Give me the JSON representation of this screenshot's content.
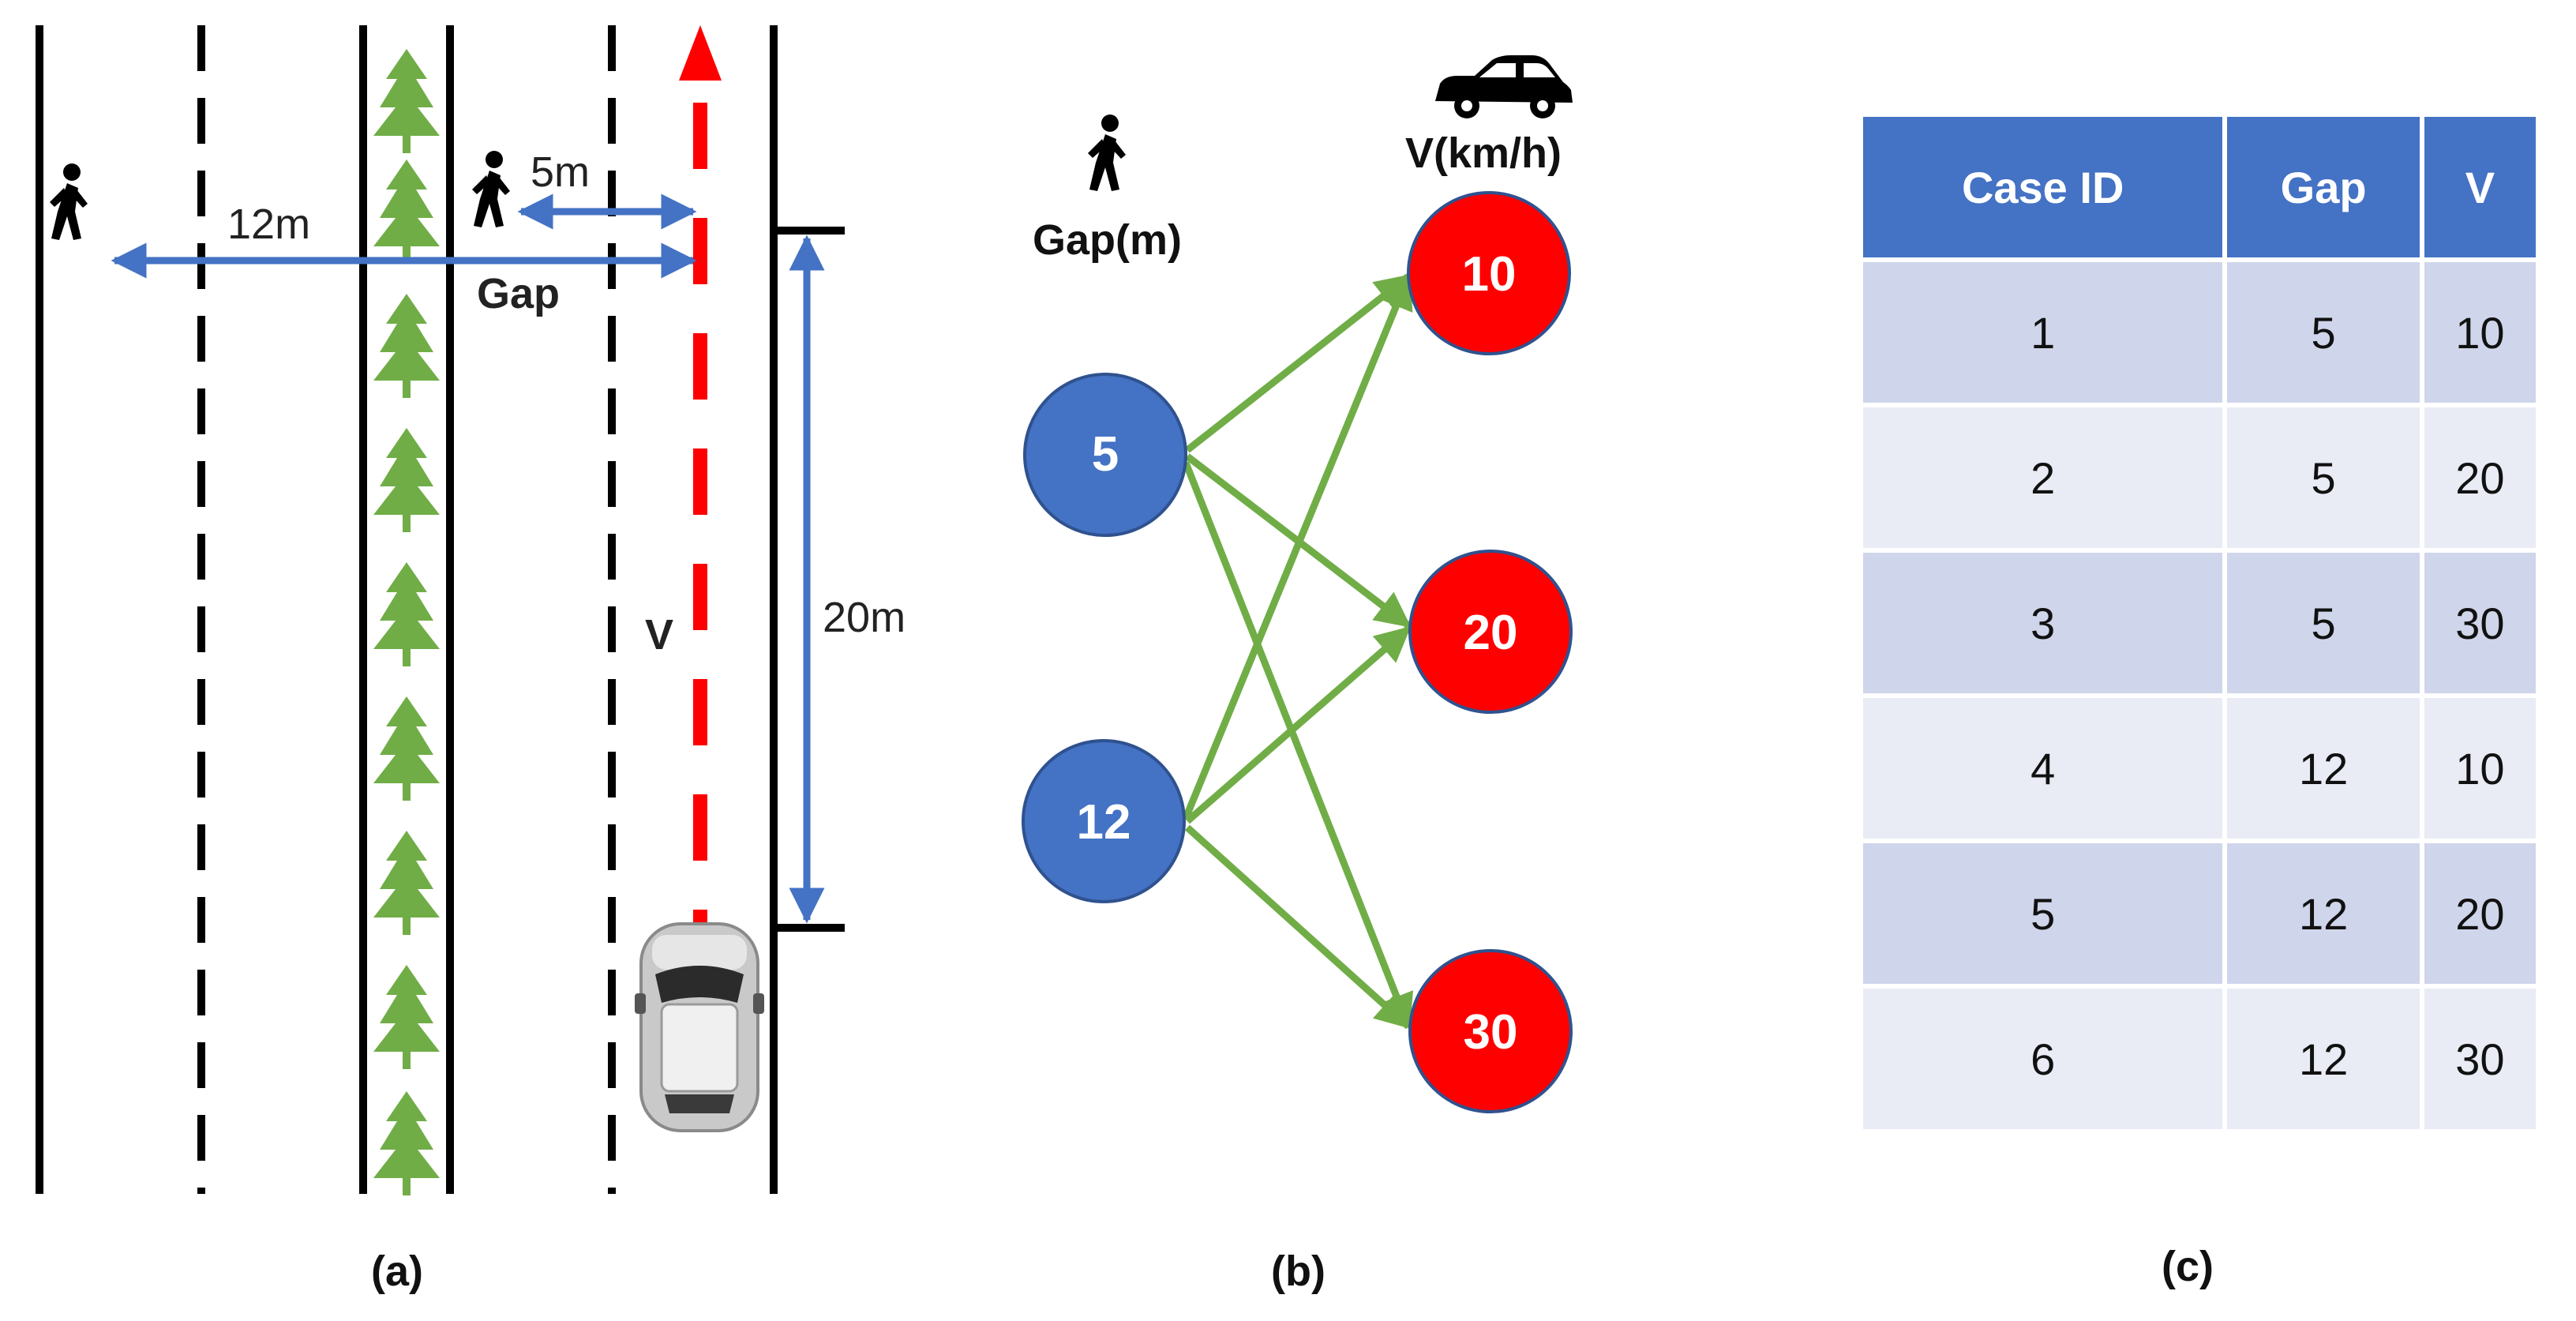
{
  "panel_a": {
    "label_12m": "12m",
    "label_5m": "5m",
    "label_gap": "Gap",
    "label_v": "V",
    "label_20m": "20m",
    "caption": "(a)"
  },
  "panel_b": {
    "gap_title": "Gap(m)",
    "v_title": "V(km/h)",
    "gap_nodes": [
      "5",
      "12"
    ],
    "v_nodes": [
      "10",
      "20",
      "30"
    ],
    "caption": "(b)"
  },
  "panel_c": {
    "headers": [
      "Case ID",
      "Gap",
      "V"
    ],
    "rows": [
      [
        "1",
        "5",
        "10"
      ],
      [
        "2",
        "5",
        "20"
      ],
      [
        "3",
        "5",
        "30"
      ],
      [
        "4",
        "12",
        "10"
      ],
      [
        "5",
        "12",
        "20"
      ],
      [
        "6",
        "12",
        "30"
      ]
    ],
    "caption": "(c)"
  },
  "colors": {
    "blue": "#4472c4",
    "red": "#ff0000",
    "green": "#70ad47",
    "header": "#4472c4",
    "row_dark": "#cfd5ea",
    "row_light": "#e9ebf5"
  }
}
